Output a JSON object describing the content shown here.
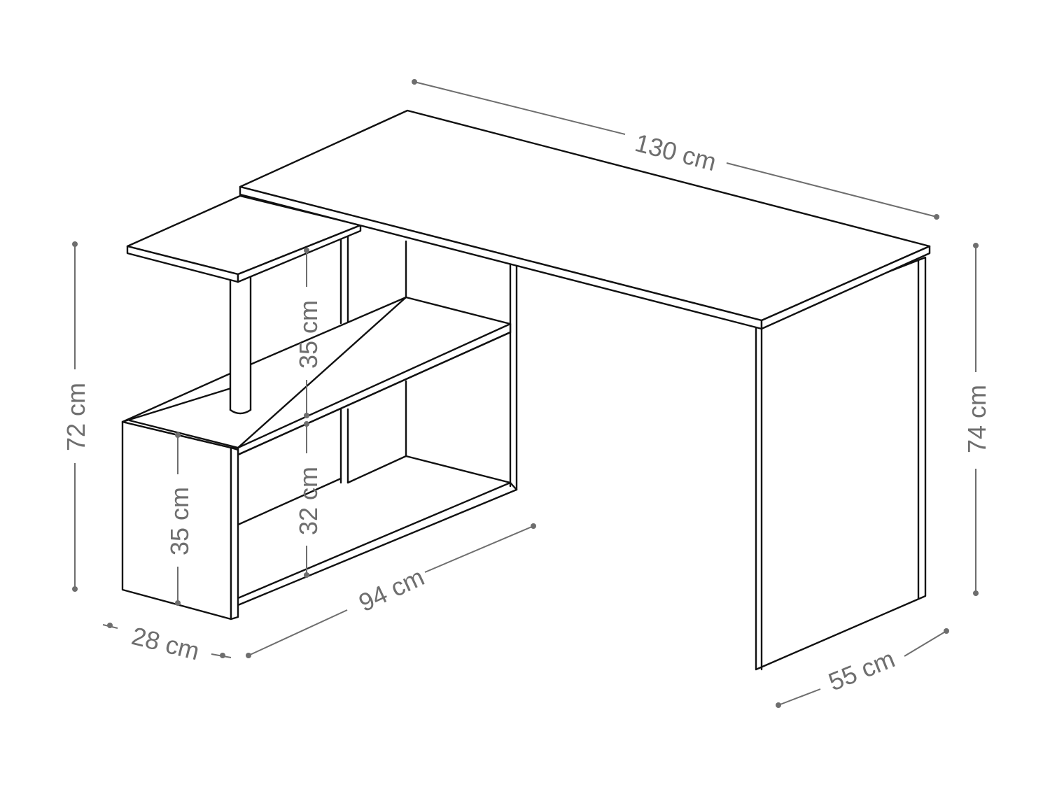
{
  "diagram": {
    "subject": "L-shaped desk with shelf unit",
    "colors": {
      "outline": "#111111",
      "dimension": "#6e6e6e",
      "background": "#ffffff"
    },
    "dimensions": {
      "desk_length": "130 cm",
      "desk_height": "74 cm",
      "desk_depth": "55 cm",
      "shelf_length": "94 cm",
      "shelf_depth": "28 cm",
      "overall_shelf_height": "72 cm",
      "upper_compartment_height": "35 cm",
      "lower_compartment_height": "32 cm",
      "cabinet_side_height": "35 cm"
    }
  }
}
